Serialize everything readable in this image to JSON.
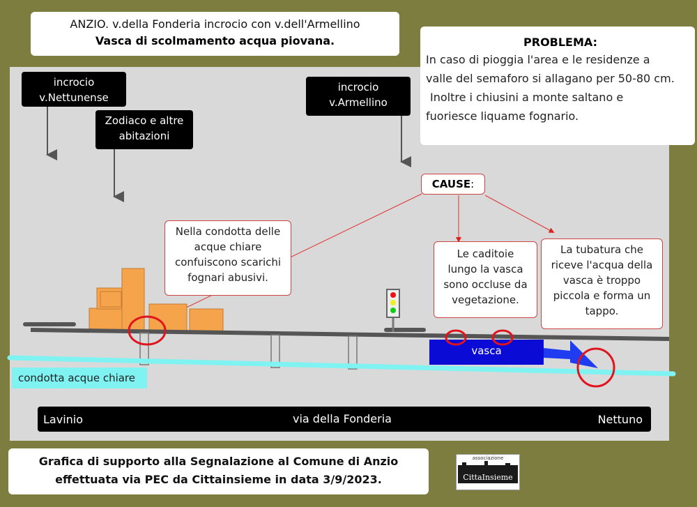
{
  "header": {
    "line1": "ANZIO. v.della Fonderia incrocio con v.dell'Armellino",
    "line2": "Vasca di scolmamento acqua piovana."
  },
  "problem": {
    "title": "PROBLEMA:",
    "line1": "In caso di pioggia l'area e le residenze a",
    "line2": "valle del semaforo si allagano per 50-80 cm.",
    "line3": "Inoltre i chiusini a monte saltano e",
    "line4": "fuoriesce liquame fognario."
  },
  "labels": {
    "nettunense_1": "incrocio",
    "nettunense_2": "v.Nettunense",
    "zodiaco_1": "Zodiaco e altre",
    "zodiaco_2": "abitazioni",
    "armellino_1": "incrocio",
    "armellino_2": "v.Armellino",
    "cause": "CAUSE",
    "cause_colon": ":",
    "condotta": "condotta acque chiare",
    "vasca": "vasca"
  },
  "causes": {
    "c1": [
      "Nella condotta delle",
      "acque chiare",
      "confuiscono scarichi",
      "fognari abusivi."
    ],
    "c2": [
      "Le caditoie",
      "lungo la vasca",
      "sono occluse da",
      "vegetazione."
    ],
    "c3": [
      "La tubatura che",
      "riceve l'acqua della",
      "vasca è troppo",
      "piccola e forma un",
      "tappo."
    ]
  },
  "road": {
    "left": "Lavinio",
    "middle": "via della Fonderia",
    "right": "Nettuno"
  },
  "footer": {
    "line1": "Grafica di supporto alla Segnalazione al Comune di Anzio",
    "line2": "effettuata via PEC da Cittainsieme in data 3/9/2023."
  },
  "logo": {
    "small": "associazione",
    "name": "CittaInsieme"
  },
  "colors": {
    "background": "#7e7d40",
    "canvas": "#d9d9d9",
    "building": "#f5a44c",
    "vasca": "#0b0bd6",
    "condotta": "#7ff2f2",
    "marker": "#e0141c"
  }
}
